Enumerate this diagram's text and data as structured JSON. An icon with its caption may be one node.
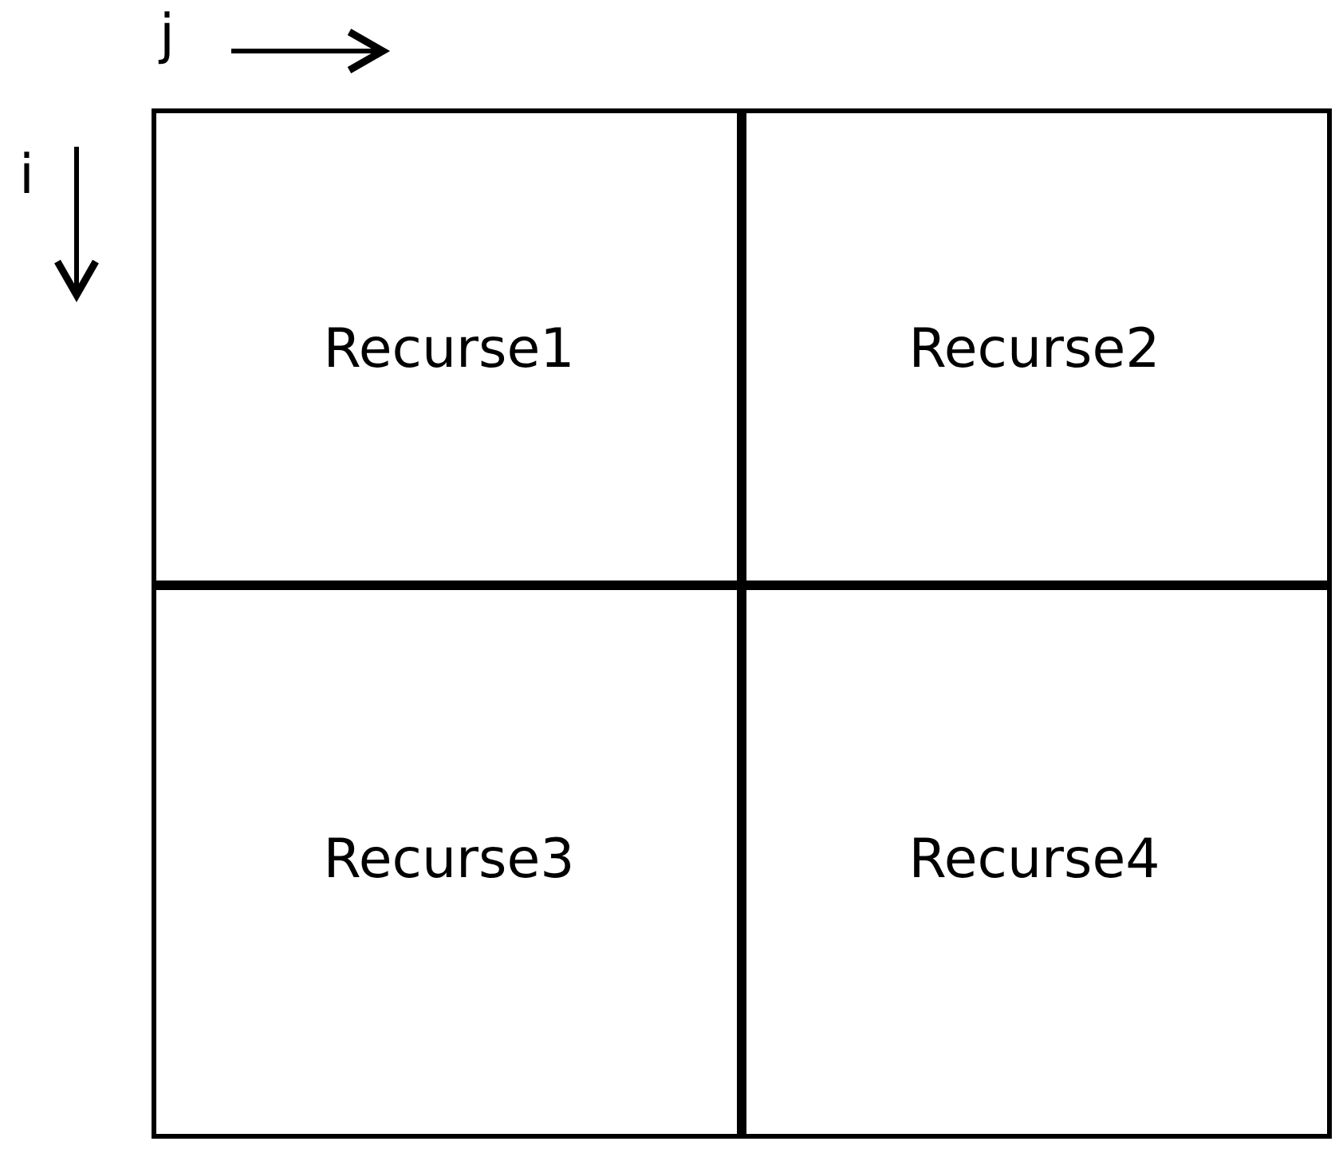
{
  "diagram": {
    "nodes": [
      {
        "text": [
          "Recurse1"
        ]
      },
      {
        "text": [
          "Recurse2"
        ]
      },
      {
        "text": [
          "Recurse3"
        ]
      },
      {
        "text": [
          "Recurse4"
        ]
      }
    ],
    "labels": [
      "j",
      "i"
    ]
  }
}
